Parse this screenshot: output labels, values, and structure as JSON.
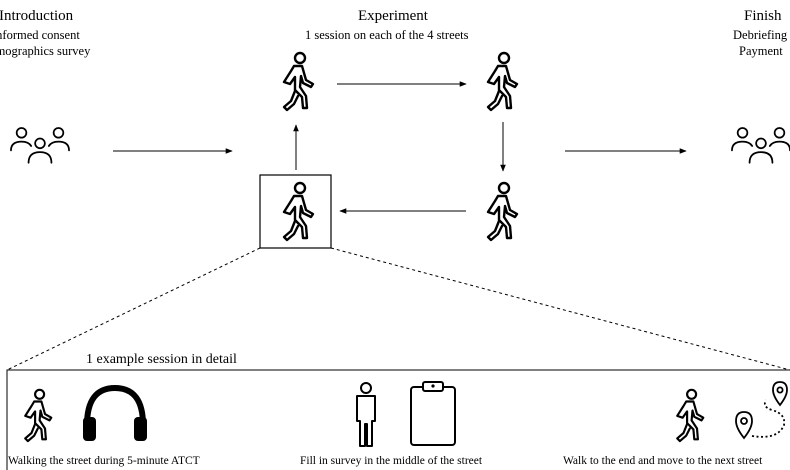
{
  "introduction": {
    "title": "Introduction",
    "line1": "Informed consent",
    "line2": "Demographics survey",
    "icon": "group-icon"
  },
  "experiment": {
    "title": "Experiment",
    "subtitle": "1 session on each of the 4 streets",
    "icon": "walking-person-icon"
  },
  "finish": {
    "title": "Finish",
    "line1": "Debriefing",
    "line2": "Payment",
    "icon": "group-icon"
  },
  "detail": {
    "title": "1 example session in detail",
    "steps": [
      {
        "caption": "Walking the street during 5-minute ATCT",
        "icons": [
          "walking-person-icon",
          "headphones-icon"
        ]
      },
      {
        "caption": "Fill in survey in the middle of the street",
        "icons": [
          "standing-person-icon",
          "clipboard-icon"
        ]
      },
      {
        "caption": "Walk to the end and move to the next street",
        "icons": [
          "walking-person-icon",
          "route-pins-icon"
        ]
      }
    ]
  }
}
